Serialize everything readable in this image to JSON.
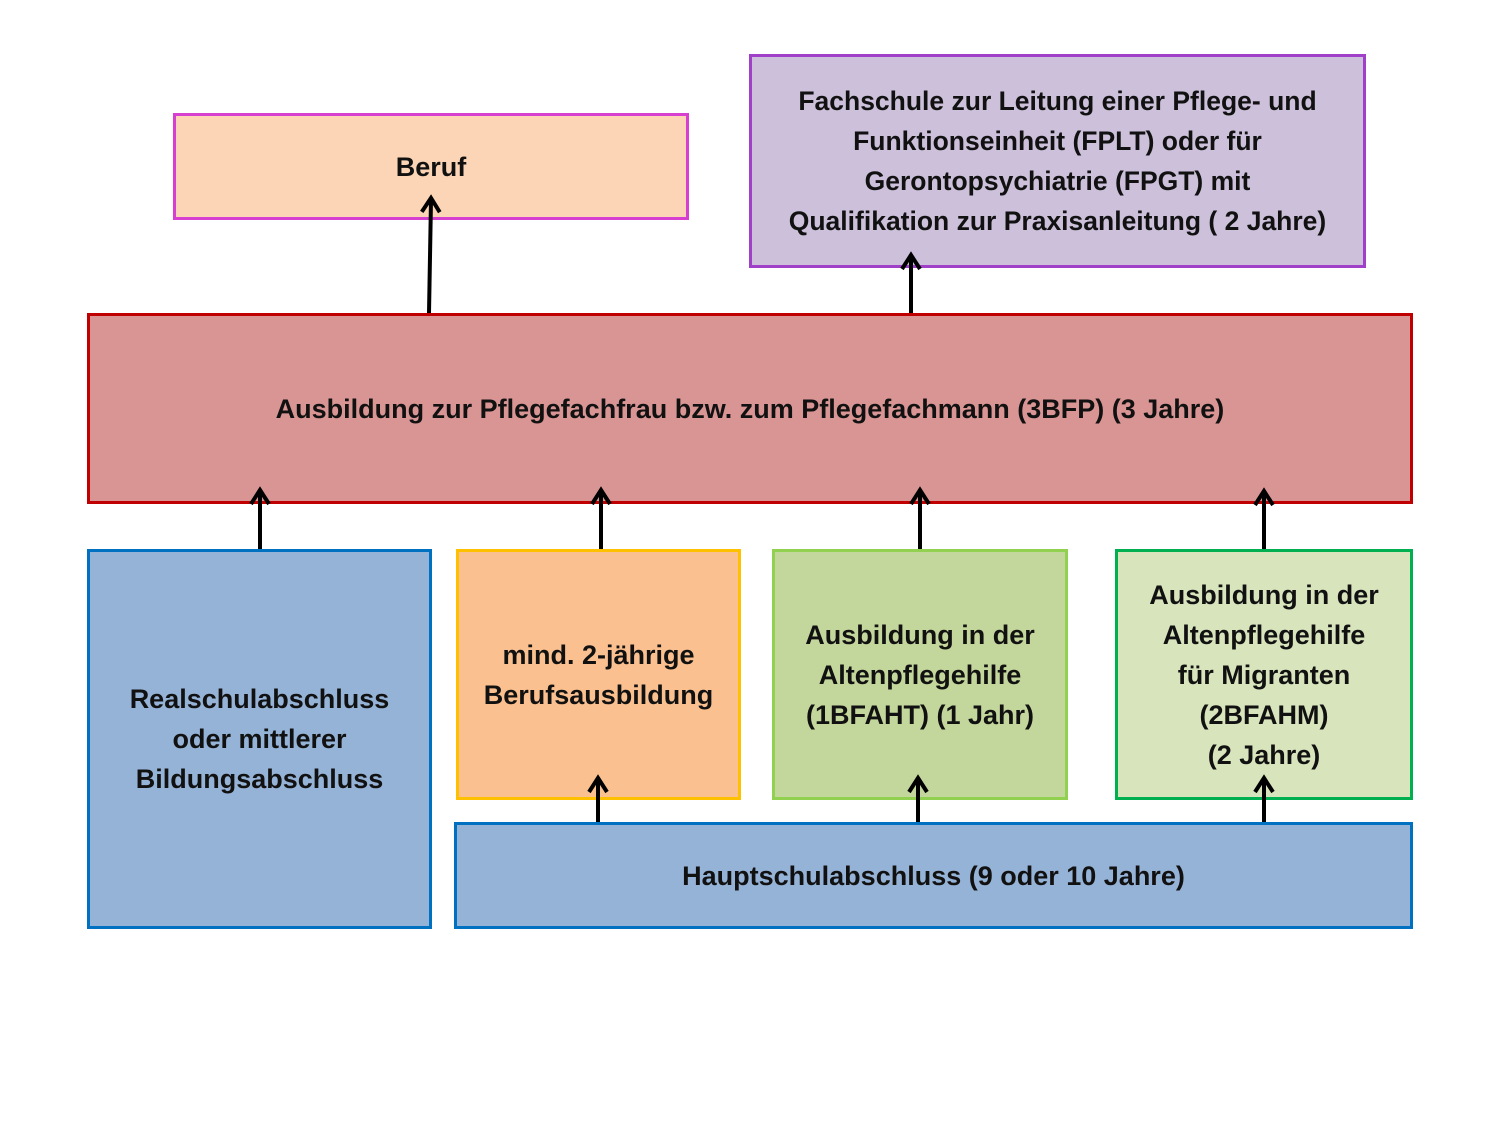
{
  "colors": {
    "beruf_fill": "#FBD5B5",
    "beruf_border": "#D63FD0",
    "fachschule_fill": "#CCC0DA",
    "fachschule_border": "#A040C8",
    "ausbildung_fill": "#D99594",
    "ausbildung_border": "#C00000",
    "realschule_fill": "#95B3D7",
    "realschule_border": "#0070C0",
    "berufsausbildung_fill": "#FAC08F",
    "berufsausbildung_border": "#FFC000",
    "altenpflegehilfe_fill": "#C3D69B",
    "altenpflegehilfe_border": "#92D050",
    "migranten_fill": "#D7E4BC",
    "migranten_border": "#00B050",
    "hauptschule_fill": "#95B3D7",
    "hauptschule_border": "#0070C0",
    "arrow": "#000000"
  },
  "boxes": {
    "beruf": "Beruf",
    "fachschule": "Fachschule  zur Leitung einer Pflege- und\nFunktionseinheit (FPLT) oder für\nGerontopsychiatrie (FPGT) mit\nQualifikation zur Praxisanleitung ( 2 Jahre)",
    "ausbildung": "Ausbildung zur Pflegefachfrau bzw. zum Pflegefachmann (3BFP) (3 Jahre)",
    "realschule": "Realschulabschluss\noder mittlerer\nBildungsabschluss",
    "berufsausbildung": "mind. 2-jährige\nBerufsausbildung",
    "altenpflegehilfe": "Ausbildung in der\nAltenpflegehilfe\n(1BFAHT) (1 Jahr)",
    "migranten": "Ausbildung in der\nAltenpflegehilfe\nfür Migranten\n(2BFAHM)\n(2 Jahre)",
    "hauptschule": "Hauptschulabschluss (9 oder 10 Jahre)"
  },
  "connections": [
    {
      "from": "ausbildung",
      "to": "beruf"
    },
    {
      "from": "ausbildung",
      "to": "fachschule"
    },
    {
      "from": "realschule",
      "to": "ausbildung"
    },
    {
      "from": "berufsausbildung",
      "to": "ausbildung"
    },
    {
      "from": "altenpflegehilfe",
      "to": "ausbildung"
    },
    {
      "from": "migranten",
      "to": "ausbildung"
    },
    {
      "from": "hauptschule",
      "to": "berufsausbildung"
    },
    {
      "from": "hauptschule",
      "to": "altenpflegehilfe"
    },
    {
      "from": "hauptschule",
      "to": "migranten"
    }
  ]
}
